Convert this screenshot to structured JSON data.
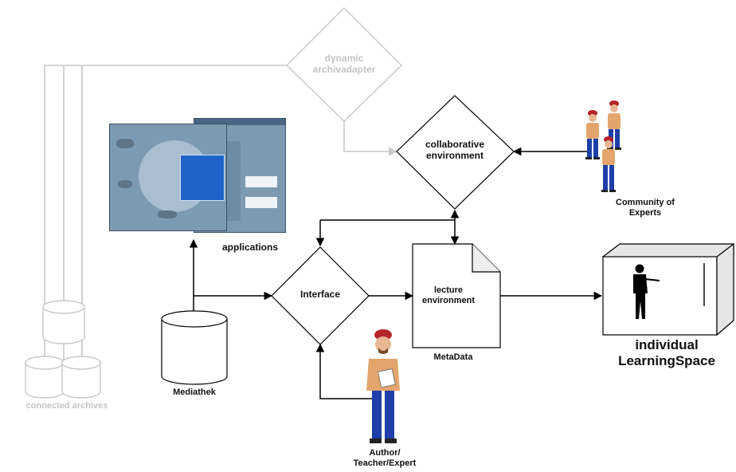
{
  "colors": {
    "line": "#000000",
    "faded": "#c8c8c8",
    "screen_bg": "#7d9ab3",
    "screen_panel": "#1f63c9",
    "skin": "#e8b894",
    "shirt": "#e3a56c",
    "trousers": "#1e3fa8",
    "cap": "#b5252a"
  },
  "nodes": {
    "archivadapter": "dynamic\narchivadapter",
    "collaborative": "collaborative\nenvironment",
    "interface": "Interface",
    "lecture": "lecture\nenvironment"
  },
  "labels": {
    "applications": "applications",
    "mediathek": "Mediathek",
    "metadata": "MetaData",
    "archives": "connected archives",
    "community": "Community of\nExperts",
    "author": "Author/\nTeacher/Expert",
    "learning_space": "individual\nLearningSpace"
  },
  "icons": {
    "archives": "database-cluster-icon",
    "mediathek": "database-icon",
    "applications": "application-screenshot-icon",
    "experts": "expert-group-icon",
    "author": "author-figure-icon",
    "learning_space": "learning-room-icon",
    "document": "document-icon"
  }
}
